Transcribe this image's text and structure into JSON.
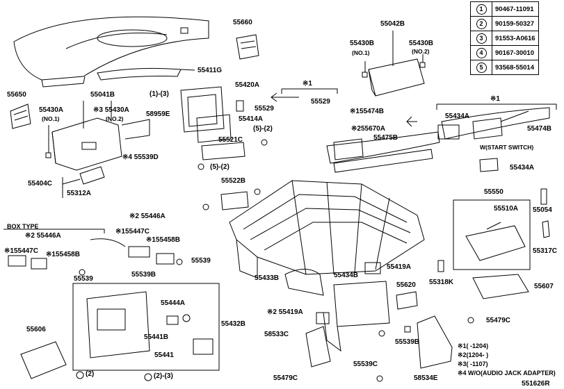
{
  "legend": [
    {
      "num": "1",
      "part": "90467-11091"
    },
    {
      "num": "2",
      "part": "90159-50327"
    },
    {
      "num": "3",
      "part": "91553-A0616"
    },
    {
      "num": "4",
      "part": "90167-30010"
    },
    {
      "num": "5",
      "part": "93568-55014"
    }
  ],
  "labels": {
    "p55660": "55660",
    "p55042B": "55042B",
    "p55430B_1": "55430B",
    "p55430B_1n": "(NO.1)",
    "p55430B_2": "55430B",
    "p55430B_2n": "(NO.2)",
    "p55411G": "55411G",
    "p55650": "55650",
    "p55041B": "55041B",
    "p55420A": "55420A",
    "ref1_3": "(1)-(3)",
    "p55430A_1": "55430A",
    "p55430A_1n": "(NO.1)",
    "p55430A_2": "※3 55430A",
    "p55430A_2n": "(NO.2)",
    "p58959E": "58959E",
    "p55529a": "55529",
    "p55529b": "55529",
    "star1a": "※1",
    "star1b": "※1",
    "p55474B_top": "※155474B",
    "p55434A_top": "55434A",
    "p55414A": "55414A",
    "ref5_2": "(5)-(2)",
    "p55670A": "※255670A",
    "p55475B": "55475B",
    "p55474B": "55474B",
    "p55521C": "55521C",
    "p55539D": "※4 55539D",
    "wstart": "W(START SWITCH)",
    "ref5_2b": "(5)-(2)",
    "p55434A": "55434A",
    "p55404C": "55404C",
    "p55312A": "55312A",
    "p55522B": "55522B",
    "p55550": "55550",
    "p55510A": "55510A",
    "p55054": "55054",
    "boxtype": "BOX TYPE",
    "p55446A_l": "※2 55446A",
    "p55447C_l": "※155447C",
    "p55458B_l": "※155458B",
    "p55446A_r": "※2 55446A",
    "p55447C_r": "※155447C",
    "p55458B_r": "※155458B",
    "p55539_r": "55539",
    "p55539_l": "55539",
    "p55539B_l": "55539B",
    "p55317C": "55317C",
    "p55433B": "55433B",
    "p55434B": "55434B",
    "p55419A": "55419A",
    "p55318K": "55318K",
    "p55620": "55620",
    "p55607": "55607",
    "p55444A": "55444A",
    "p55432B": "55432B",
    "p55606": "55606",
    "p55441B": "55441B",
    "p55441": "55441",
    "ref2": "(2)",
    "ref2_3": "(2)-(3)",
    "p55419A_b": "※2 55419A",
    "p58533C": "58533C",
    "p55539B_r": "55539B",
    "p55539C": "55539C",
    "p55479C_r": "55479C",
    "p55479C_b": "55479C",
    "p58534E": "58534E",
    "fig": "551626R"
  },
  "notes": [
    "※1(    -1204)",
    "※2(1204-     )",
    "※3(    -1107)",
    "※4 W/O(AUDIO JACK ADAPTER)"
  ]
}
